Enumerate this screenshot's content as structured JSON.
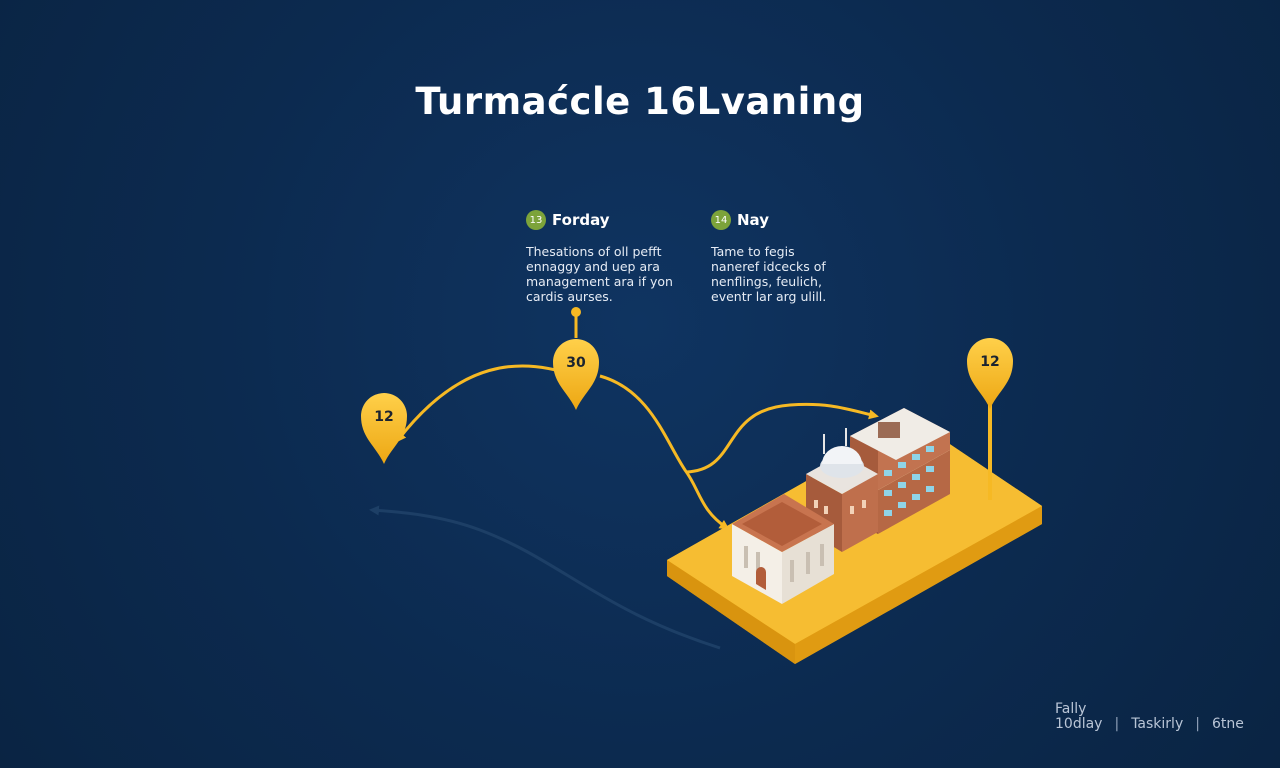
{
  "title": "Turmaćcle 16Lvaning",
  "notes": [
    {
      "badge": "13",
      "title": "Forday",
      "lines": [
        "Thesations of oll pefft",
        "ennaggy and uep ara",
        "management ara if yon",
        "cardis aurses."
      ]
    },
    {
      "badge": "14",
      "title": "Nay",
      "lines": [
        "Tame to fegis",
        "naneref idcecks of",
        "nenflings, feulich,",
        "eventr lar arg ulill."
      ]
    }
  ],
  "pins": [
    {
      "label": "12"
    },
    {
      "label": "30"
    },
    {
      "label": "12"
    }
  ],
  "footer": {
    "line1": "Fally",
    "items": [
      "10dlay",
      "Taskirly",
      "6tne"
    ],
    "separator": "|"
  },
  "colors": {
    "background": "#0c2a4f",
    "accent": "#f6b924",
    "badge": "#7ca33a"
  }
}
